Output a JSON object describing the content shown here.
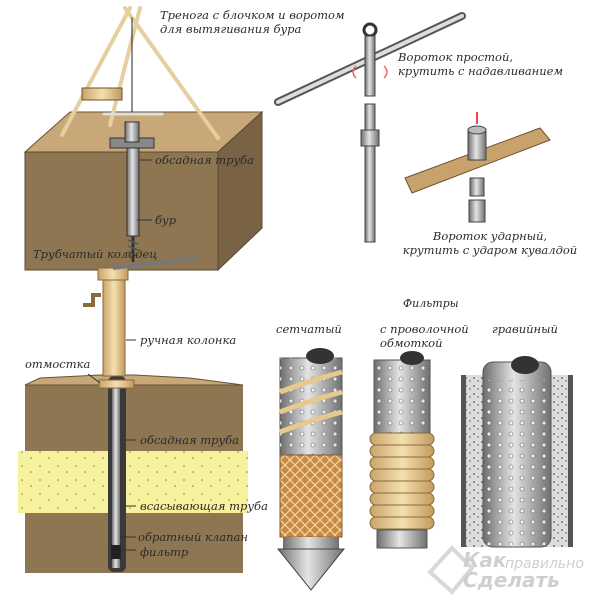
{
  "drilling": {
    "tripod_label_1": "Тренога с блочком и воротом",
    "tripod_label_2": "для вытягивания бура",
    "casing_label": "обсадная труба",
    "drill_label": "бур"
  },
  "simple_wrench": {
    "label_1": "Вороток простой,",
    "label_2": "крутить с надавливанием"
  },
  "impact_wrench": {
    "label_1": "Вороток ударный,",
    "label_2": "крутить с ударом кувалдой"
  },
  "tube_well": {
    "title": "Трубчатый колодец",
    "pump_label": "ручная колонка",
    "apron_label": "отмостка",
    "casing_label": "обсадная труба",
    "suction_label": "всасывающая труба",
    "check_valve_label": "обратный клапан",
    "filter_label": "фильтр"
  },
  "filters": {
    "title": "Фильтры",
    "mesh": "сетчатый",
    "wire_1": "с проволочной",
    "wire_2": "обмоткой",
    "gravel": "гравийный"
  },
  "watermark": {
    "line1": "Как",
    "line2": "правильно",
    "line3": "Сделать"
  },
  "colors": {
    "soil": "#8f7652",
    "sand": "#f5f09a",
    "wood": "#e8cf9a",
    "metal": "#9a9a9a"
  }
}
